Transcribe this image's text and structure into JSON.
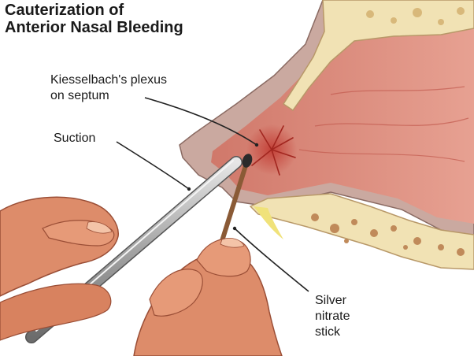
{
  "title": {
    "line1": "Cauterization of",
    "line2": "Anterior Nasal Bleeding"
  },
  "labels": {
    "kiesselbach": {
      "line1": "Kiesselbach's plexus",
      "line2": "on septum"
    },
    "suction": "Suction",
    "silver_nitrate": {
      "line1": "Silver",
      "line2": "nitrate",
      "line3": "stick"
    }
  },
  "colors": {
    "septum_mucosa": "#dd8878",
    "bone": "#f1e2b4",
    "skin": "#c9a8a0",
    "hand": "#dd8c6a",
    "instrument": "#a8a8a8",
    "stick": "#8a5a36",
    "leader": "#222222"
  }
}
